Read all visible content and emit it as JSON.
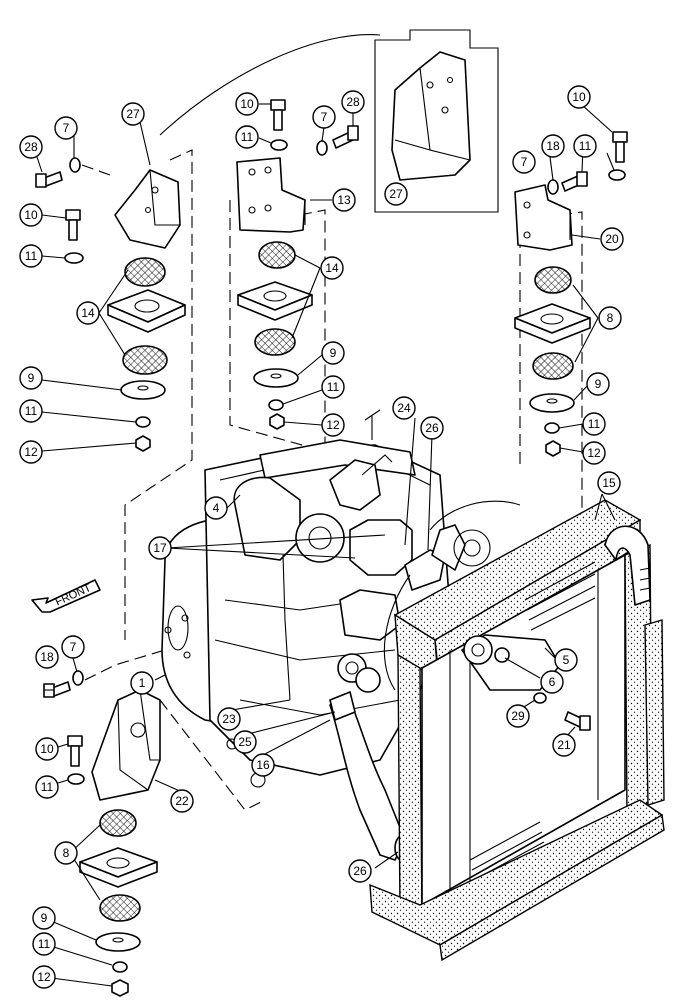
{
  "diagram": {
    "front_label": "FRONT",
    "callouts": [
      "1",
      "4",
      "5",
      "6",
      "7",
      "8",
      "9",
      "10",
      "11",
      "12",
      "13",
      "14",
      "15",
      "16",
      "17",
      "18",
      "20",
      "21",
      "22",
      "23",
      "24",
      "25",
      "26",
      "27",
      "28",
      "29"
    ]
  }
}
